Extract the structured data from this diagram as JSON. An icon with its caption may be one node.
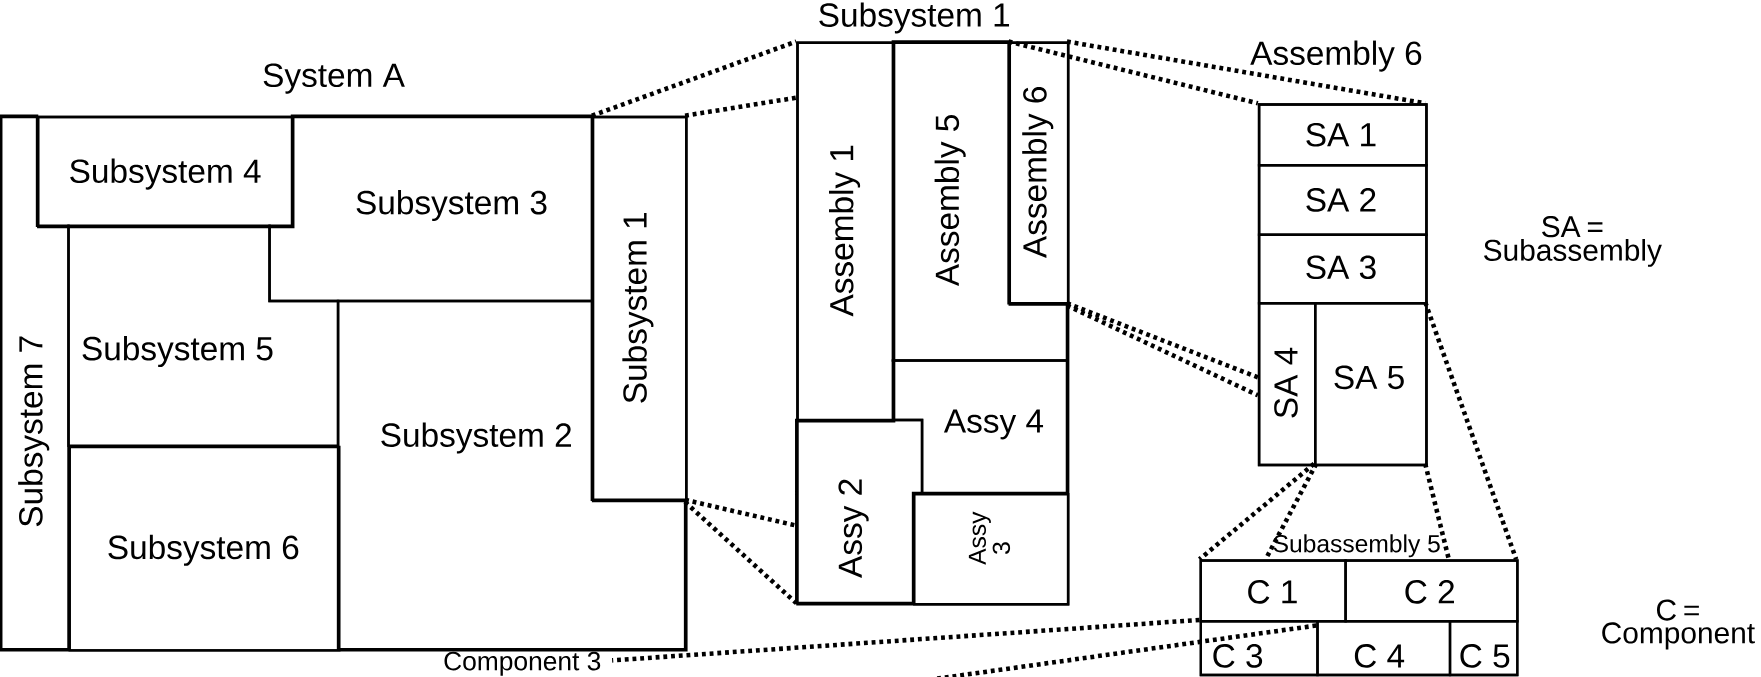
{
  "diagram": {
    "nodes": [
      {
        "text": [
          "System A"
        ]
      },
      {
        "text": [
          "Subsystem 4"
        ],
        "in": 0
      },
      {
        "text": [
          "Subsystem 3"
        ],
        "in": 0
      },
      {
        "text": [
          "Subsystem 1"
        ],
        "in": 0
      },
      {
        "text": [
          "Subsystem 7"
        ],
        "in": 0
      },
      {
        "text": [
          "Subsystem 5"
        ],
        "in": 0
      },
      {
        "text": [
          "Subsystem 2"
        ],
        "in": 0
      },
      {
        "text": [
          "Subsystem 6"
        ],
        "in": 0
      },
      {
        "text": [
          "Subsystem 1"
        ]
      },
      {
        "text": [
          "Assembly 1"
        ],
        "in": 8
      },
      {
        "text": [
          "Assembly 5"
        ],
        "in": 8
      },
      {
        "text": [
          "Assembly 6"
        ],
        "in": 8
      },
      {
        "text": [
          "Assy 4"
        ],
        "in": 8
      },
      {
        "text": [
          "Assy 2"
        ],
        "in": 8
      },
      {
        "text": [
          "Assy 3"
        ],
        "in": 8
      },
      {
        "text": [
          "Assembly 6"
        ]
      },
      {
        "text": [
          "SA 1"
        ],
        "in": 15
      },
      {
        "text": [
          "SA 2"
        ],
        "in": 15
      },
      {
        "text": [
          "SA 3"
        ],
        "in": 15
      },
      {
        "text": [
          "SA 4"
        ],
        "in": 15
      },
      {
        "text": [
          "SA 5"
        ],
        "in": 15
      },
      {
        "text": [
          "Subassembly 5"
        ]
      },
      {
        "text": [
          "C 1"
        ],
        "in": 21
      },
      {
        "text": [
          "C 2"
        ],
        "in": 21
      },
      {
        "text": [
          "C 3"
        ],
        "in": 21
      },
      {
        "text": [
          "C 4"
        ],
        "in": 21
      },
      {
        "text": [
          "C 5"
        ],
        "in": 21
      },
      {
        "text": [
          "Component 3"
        ]
      }
    ],
    "edges": [
      {
        "from": 3,
        "to": 8,
        "arrow": "none",
        "style": "dashed"
      },
      {
        "from": 3,
        "to": 8,
        "arrow": "none",
        "style": "dashed"
      },
      {
        "from": 3,
        "to": 8,
        "arrow": "none",
        "style": "dashed"
      },
      {
        "from": 3,
        "to": 8,
        "arrow": "none",
        "style": "dashed"
      },
      {
        "from": 11,
        "to": 15,
        "arrow": "none",
        "style": "dashed"
      },
      {
        "from": 11,
        "to": 15,
        "arrow": "none",
        "style": "dashed"
      },
      {
        "from": 11,
        "to": 15,
        "arrow": "none",
        "style": "dashed"
      },
      {
        "from": 11,
        "to": 15,
        "arrow": "none",
        "style": "dashed"
      },
      {
        "from": 20,
        "to": 21,
        "arrow": "none",
        "style": "dashed"
      },
      {
        "from": 20,
        "to": 21,
        "arrow": "none",
        "style": "dashed"
      },
      {
        "from": 20,
        "to": 21,
        "arrow": "none",
        "style": "dashed"
      },
      {
        "from": 20,
        "to": 21,
        "arrow": "none",
        "style": "dashed"
      },
      {
        "from": 24,
        "to": 27,
        "arrow": "none",
        "style": "dashed"
      },
      {
        "from": 24,
        "to": null,
        "arrow": "none",
        "style": "dashed"
      }
    ],
    "labels": [
      "SA = Subassembly",
      "C = Component"
    ]
  }
}
